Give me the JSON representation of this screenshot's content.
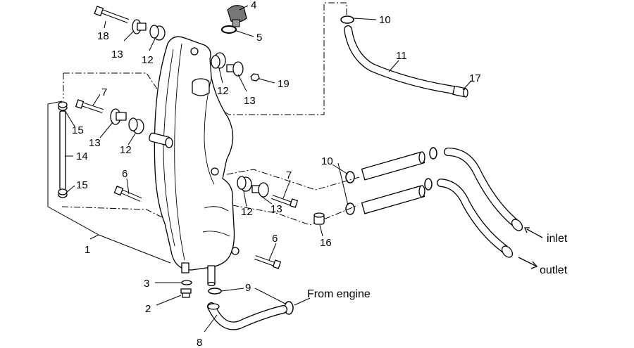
{
  "labels": {
    "n1": "1",
    "n2": "2",
    "n3": "3",
    "n4": "4",
    "n5": "5",
    "n6a": "6",
    "n6b": "6",
    "n7a": "7",
    "n7b": "7",
    "n8": "8",
    "n9": "9",
    "n10a": "10",
    "n10b": "10",
    "n11": "11",
    "n12a": "12",
    "n12b": "12",
    "n12c": "12",
    "n12d": "12",
    "n13a": "13",
    "n13b": "13",
    "n13c": "13",
    "n13d": "13",
    "n14": "14",
    "n15a": "15",
    "n15b": "15",
    "n16": "16",
    "n17": "17",
    "n18": "18",
    "n19": "19"
  },
  "captions": {
    "inlet": "inlet",
    "outlet": "outlet",
    "from_engine": "From engine"
  }
}
